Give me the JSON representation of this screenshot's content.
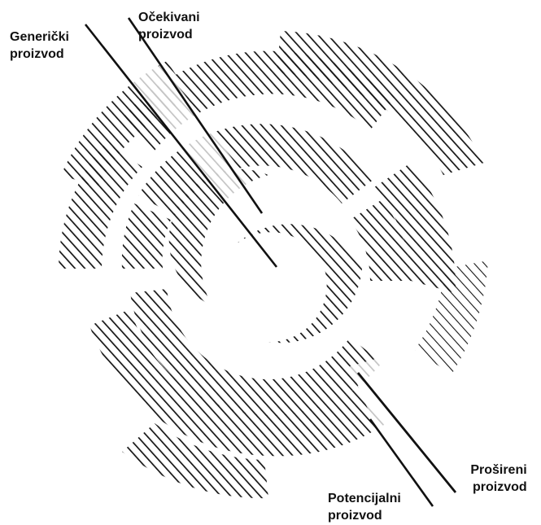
{
  "diagram": {
    "labels": {
      "generic": [
        "Generički",
        "proizvod"
      ],
      "expected": [
        "Očekivani",
        "proizvod"
      ],
      "augmented": [
        "Prošireni",
        "proizvod"
      ],
      "potential": [
        "Potencijalni",
        "proizvod"
      ]
    },
    "colors": {
      "hatch": "#141414",
      "text": "#111111",
      "background": "#ffffff"
    }
  }
}
